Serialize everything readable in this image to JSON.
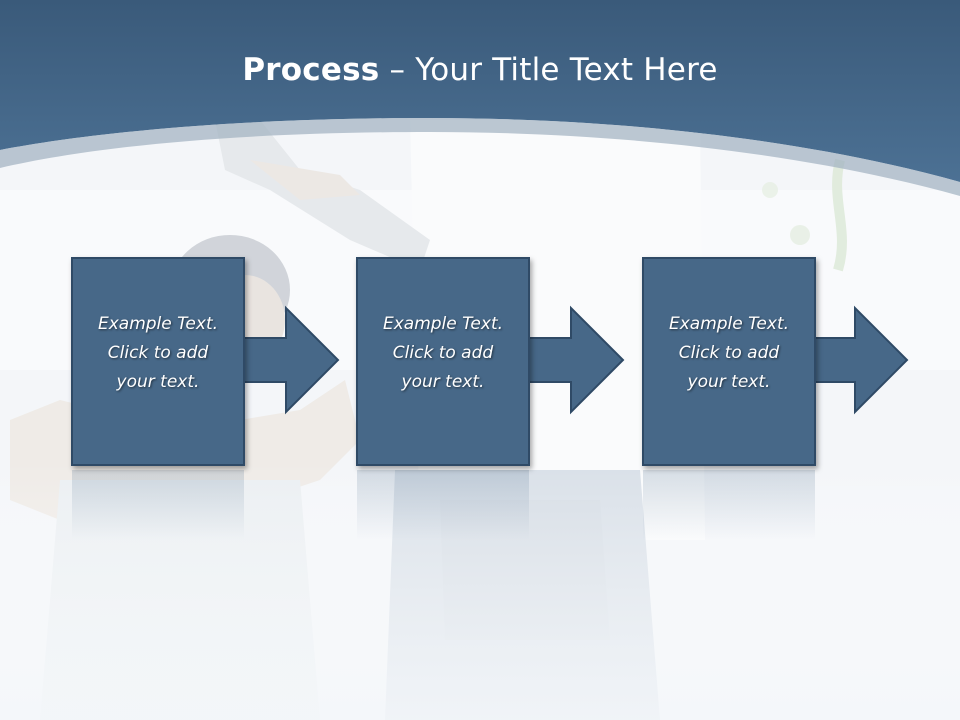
{
  "slide": {
    "title": {
      "bold": "Process",
      "rest": " – Your Title Text Here"
    },
    "steps": [
      {
        "lines": [
          "Example Text.",
          "Click  to add",
          "your text."
        ]
      },
      {
        "lines": [
          "Example Text.",
          "Click  to add",
          "your text."
        ]
      },
      {
        "lines": [
          "Example Text.",
          "Click  to add",
          "your text."
        ]
      }
    ]
  },
  "colors": {
    "header": "#3e5f80",
    "box": "#476888",
    "box_border": "#2f4a66",
    "background": "#eef2f6"
  }
}
